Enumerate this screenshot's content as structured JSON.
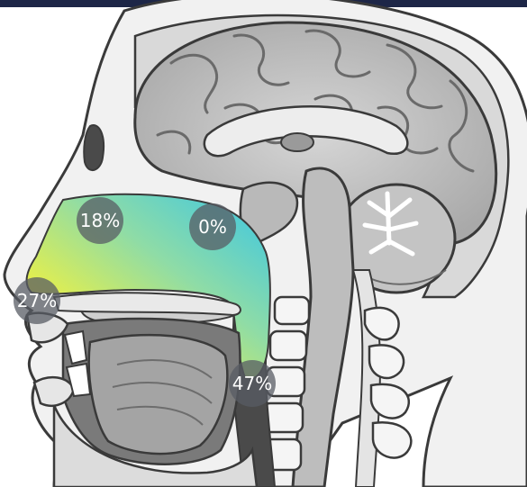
{
  "colors": {
    "header_bar": "#1d2647",
    "skin": "#f1f1f1",
    "outline": "#3a3a3a",
    "brain": "#c7c7c7",
    "bone": "#b9b9b9",
    "dark_tissue": "#4a4a4a",
    "heat_low": "#39c6e6",
    "heat_mid": "#9fe08a",
    "heat_high": "#fff23a",
    "badge_fill": "#585c64",
    "badge_text": "#ffffff"
  },
  "regions": [
    {
      "id": "upper-nasal",
      "label": "18%",
      "value": 18
    },
    {
      "id": "nasopharynx",
      "label": "0%",
      "value": 0
    },
    {
      "id": "nasal-vestibule",
      "label": "27%",
      "value": 27
    },
    {
      "id": "oropharynx",
      "label": "47%",
      "value": 47
    }
  ]
}
